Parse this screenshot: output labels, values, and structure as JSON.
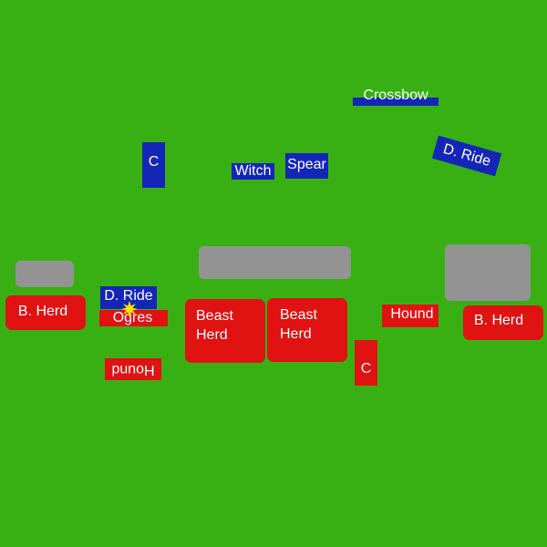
{
  "colors": {
    "field": "#38b014",
    "terrain": "#939393",
    "blue_army": "#1426b8",
    "red_army": "#e01212",
    "burst": "#f5e400"
  },
  "blue_units": {
    "crossbow": "Crossbow",
    "dread_ride_right": "D. Ride",
    "c": "C",
    "witch": "Witch",
    "spear": "Spear",
    "dread_ride_left": "D. Ride"
  },
  "red_units": {
    "beast_herd_left": "B. Herd",
    "ogres": "Ogres",
    "hound_upside_down": "Hound",
    "beast_herd_1_line1": "Beast",
    "beast_herd_1_line2": "Herd",
    "beast_herd_2_line1": "Beast",
    "beast_herd_2_line2": "Herd",
    "hound": "Hound",
    "c": "C",
    "beast_herd_right": "B. Herd"
  },
  "icons": {
    "combat_marker": "starburst-icon"
  }
}
